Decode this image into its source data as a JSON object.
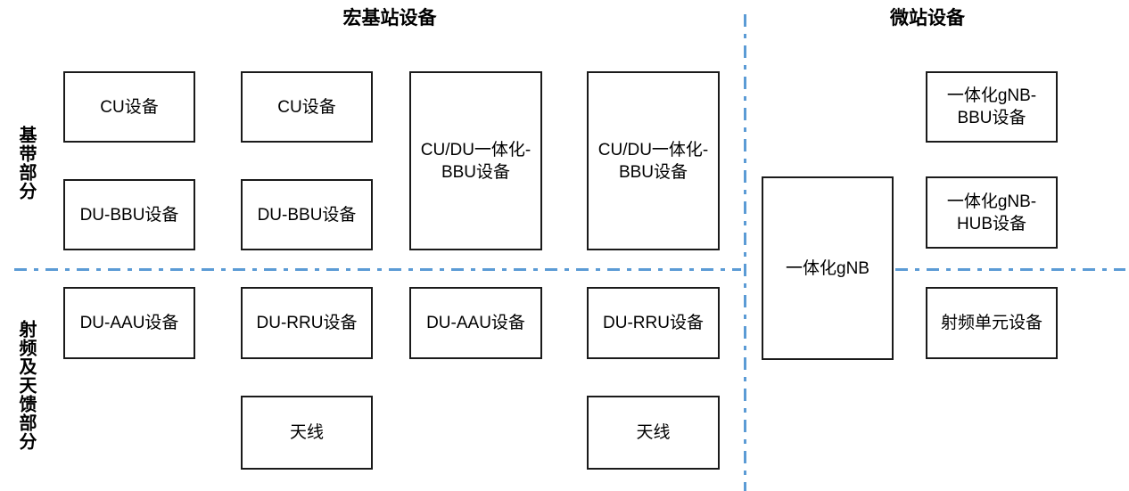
{
  "colors": {
    "divider": "#5B9BD5",
    "box_border": "#1a1a1a",
    "text": "#000000",
    "background": "#ffffff"
  },
  "sections": {
    "macro_title": "宏基站设备",
    "micro_title": "微站设备"
  },
  "row_labels": {
    "baseband": "基带部分",
    "rf_antenna": "射频及天馈部分"
  },
  "boxes": {
    "col1_cu": "CU设备",
    "col1_du_bbu": "DU-BBU设备",
    "col1_du_aau": "DU-AAU设备",
    "col2_cu": "CU设备",
    "col2_du_bbu": "DU-BBU设备",
    "col2_du_rru": "DU-RRU设备",
    "col2_antenna": "天线",
    "col3_cudu_bbu": "CU/DU一体化-BBU设备",
    "col3_du_aau": "DU-AAU设备",
    "col4_cudu_bbu": "CU/DU一体化-BBU设备",
    "col4_du_rru": "DU-RRU设备",
    "col4_antenna": "天线",
    "micro_gnb": "一体化gNB",
    "micro_gnb_bbu": "一体化gNB-BBU设备",
    "micro_gnb_hub": "一体化gNB-HUB设备",
    "micro_rf_unit": "射频单元设备"
  }
}
